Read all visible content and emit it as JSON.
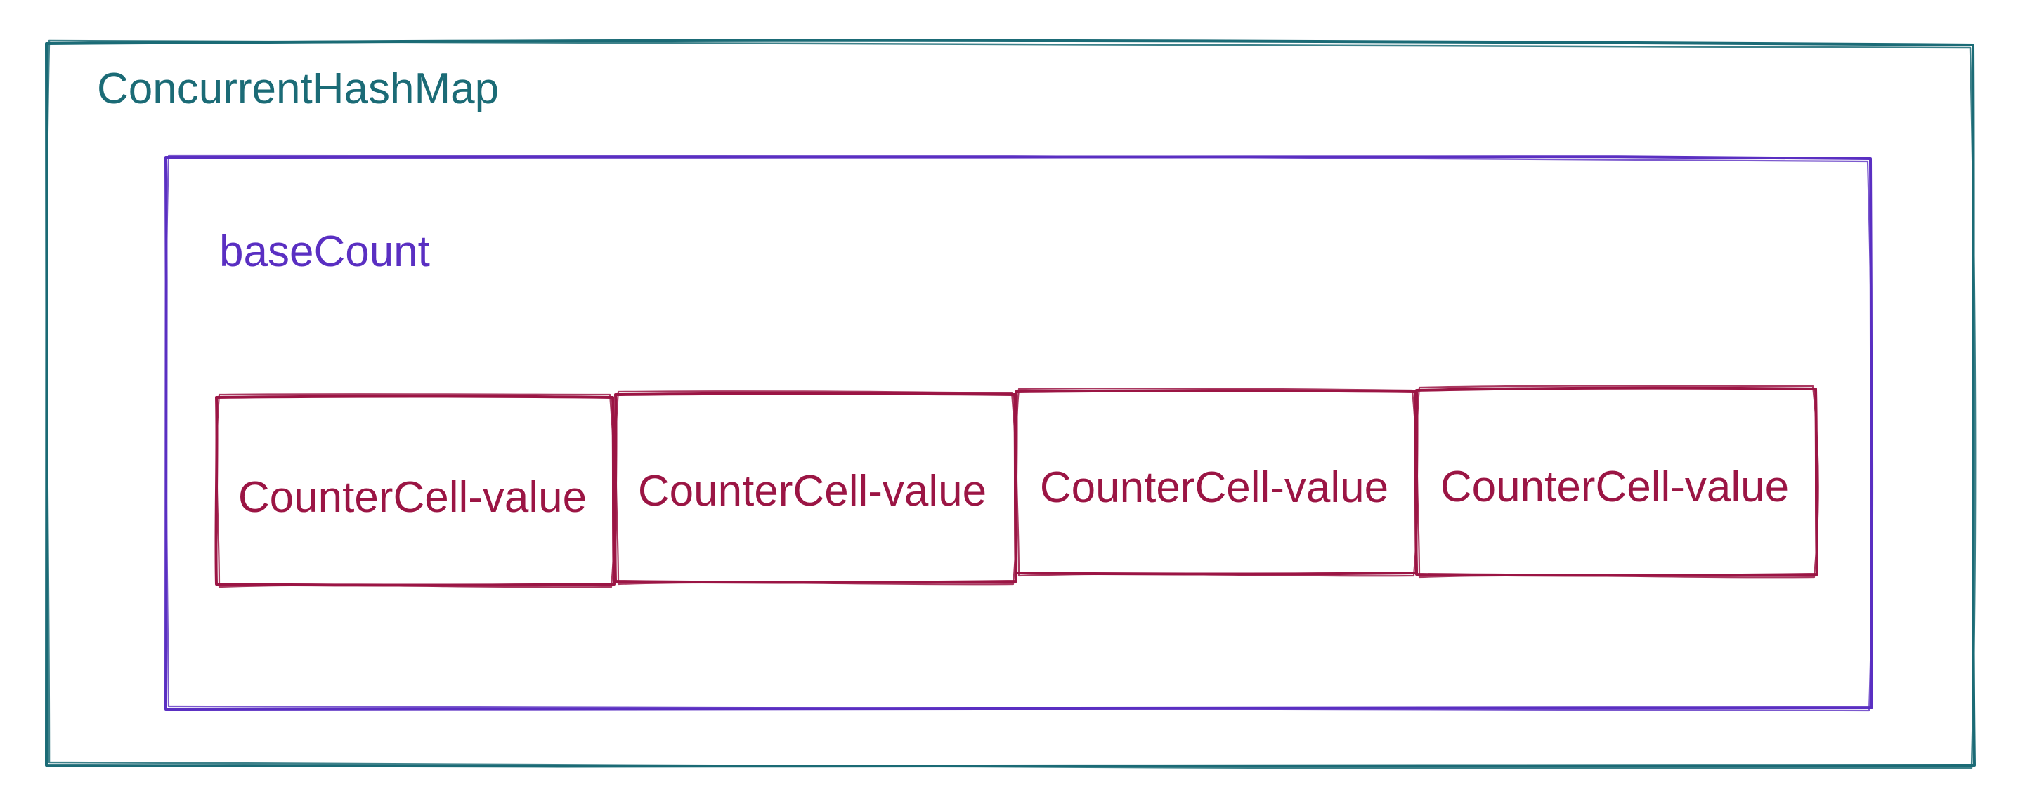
{
  "diagram": {
    "outer": {
      "label": "ConcurrentHashMap",
      "color": "#1b6b76"
    },
    "inner": {
      "label": "baseCount",
      "color": "#5a2fc2"
    },
    "cells": [
      {
        "label": "CounterCell-value"
      },
      {
        "label": "CounterCell-value"
      },
      {
        "label": "CounterCell-value"
      },
      {
        "label": "CounterCell-value"
      }
    ],
    "cell_color": "#9b1544"
  }
}
